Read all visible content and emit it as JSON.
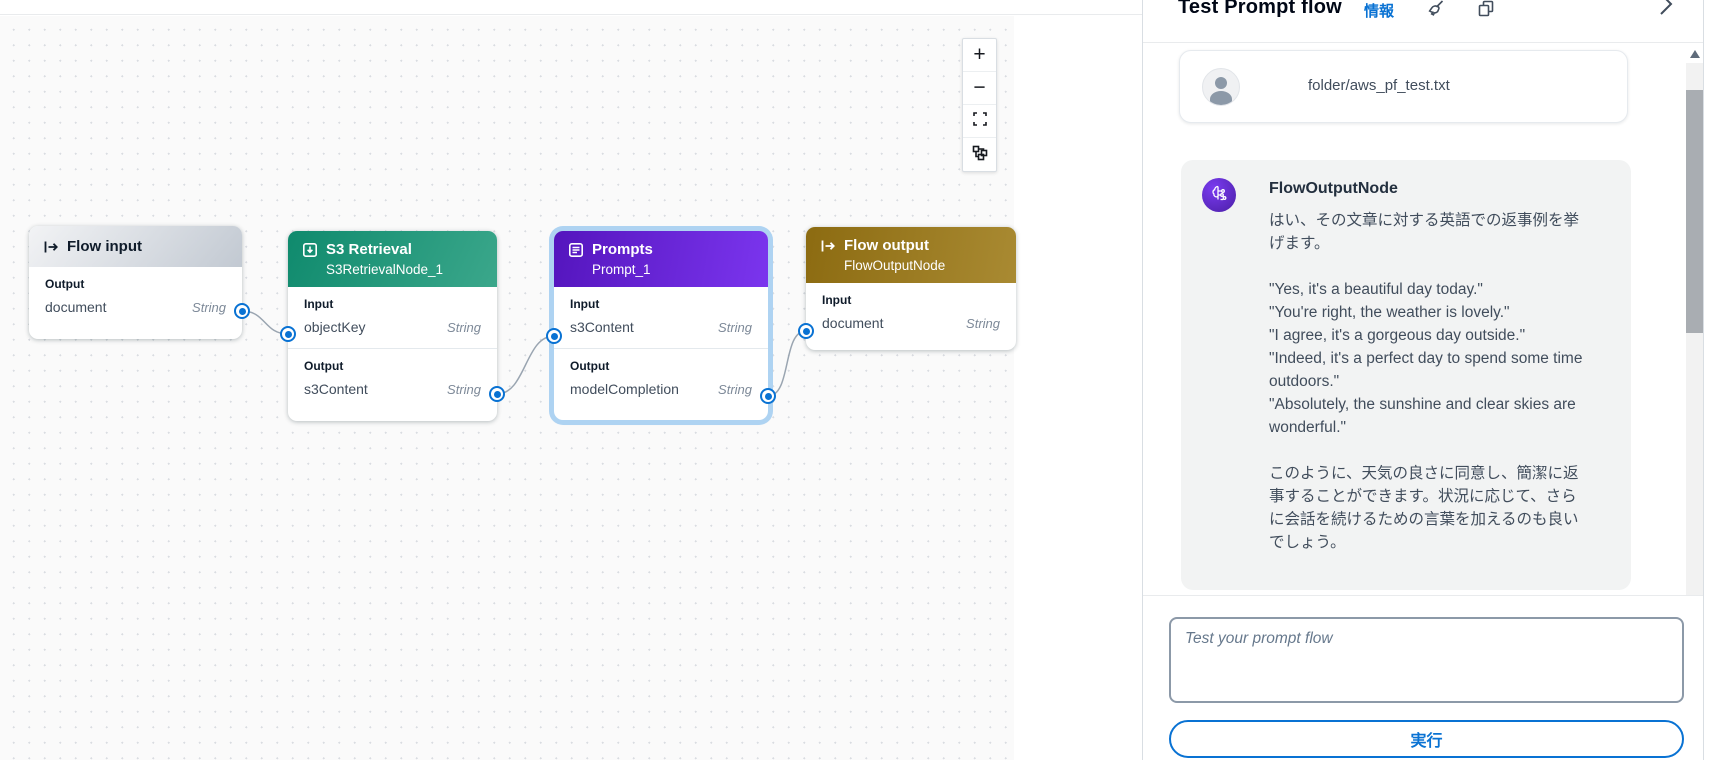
{
  "canvas": {
    "zoom_in_label": "+",
    "zoom_out_label": "−",
    "nodes": {
      "flow_input": {
        "title": "Flow input",
        "output_label": "Output",
        "output_param": "document",
        "output_type": "String"
      },
      "s3_retrieval": {
        "title": "S3 Retrieval",
        "subtitle": "S3RetrievalNode_1",
        "input_label": "Input",
        "input_param": "objectKey",
        "input_type": "String",
        "output_label": "Output",
        "output_param": "s3Content",
        "output_type": "String"
      },
      "prompts": {
        "title": "Prompts",
        "subtitle": "Prompt_1",
        "input_label": "Input",
        "input_param": "s3Content",
        "input_type": "String",
        "output_label": "Output",
        "output_param": "modelCompletion",
        "output_type": "String"
      },
      "flow_output": {
        "title": "Flow output",
        "subtitle": "FlowOutputNode",
        "input_label": "Input",
        "input_param": "document",
        "input_type": "String"
      }
    }
  },
  "panel": {
    "title": "Test Prompt flow",
    "info_link": "情報",
    "user_message": "folder/aws_pf_test.txt",
    "bot": {
      "name": "FlowOutputNode",
      "message": "はい、その文章に対する英語での返事例を挙げます。\n\n\"Yes, it's a beautiful day today.\"\n\"You're right, the weather is lovely.\"\n\"I agree, it's a gorgeous day outside.\"\n\"Indeed, it's a perfect day to spend some time outdoors.\"\n\"Absolutely, the sunshine and clear skies are wonderful.\"\n\nこのように、天気の良さに同意し、簡潔に返事することができます。状況に応じて、さらに会話を続けるための言葉を加えるのも良いでしょう。"
    },
    "input_placeholder": "Test your prompt flow",
    "run_label": "実行"
  },
  "colors": {
    "accent_blue": "#0972d3",
    "node_teal": "#0f8a6d",
    "node_purple": "#5415bd",
    "node_gold": "#8c6b11",
    "selection_ring": "#aed3f2",
    "text_primary": "#0f1b2a",
    "text_secondary": "#414d5c"
  }
}
